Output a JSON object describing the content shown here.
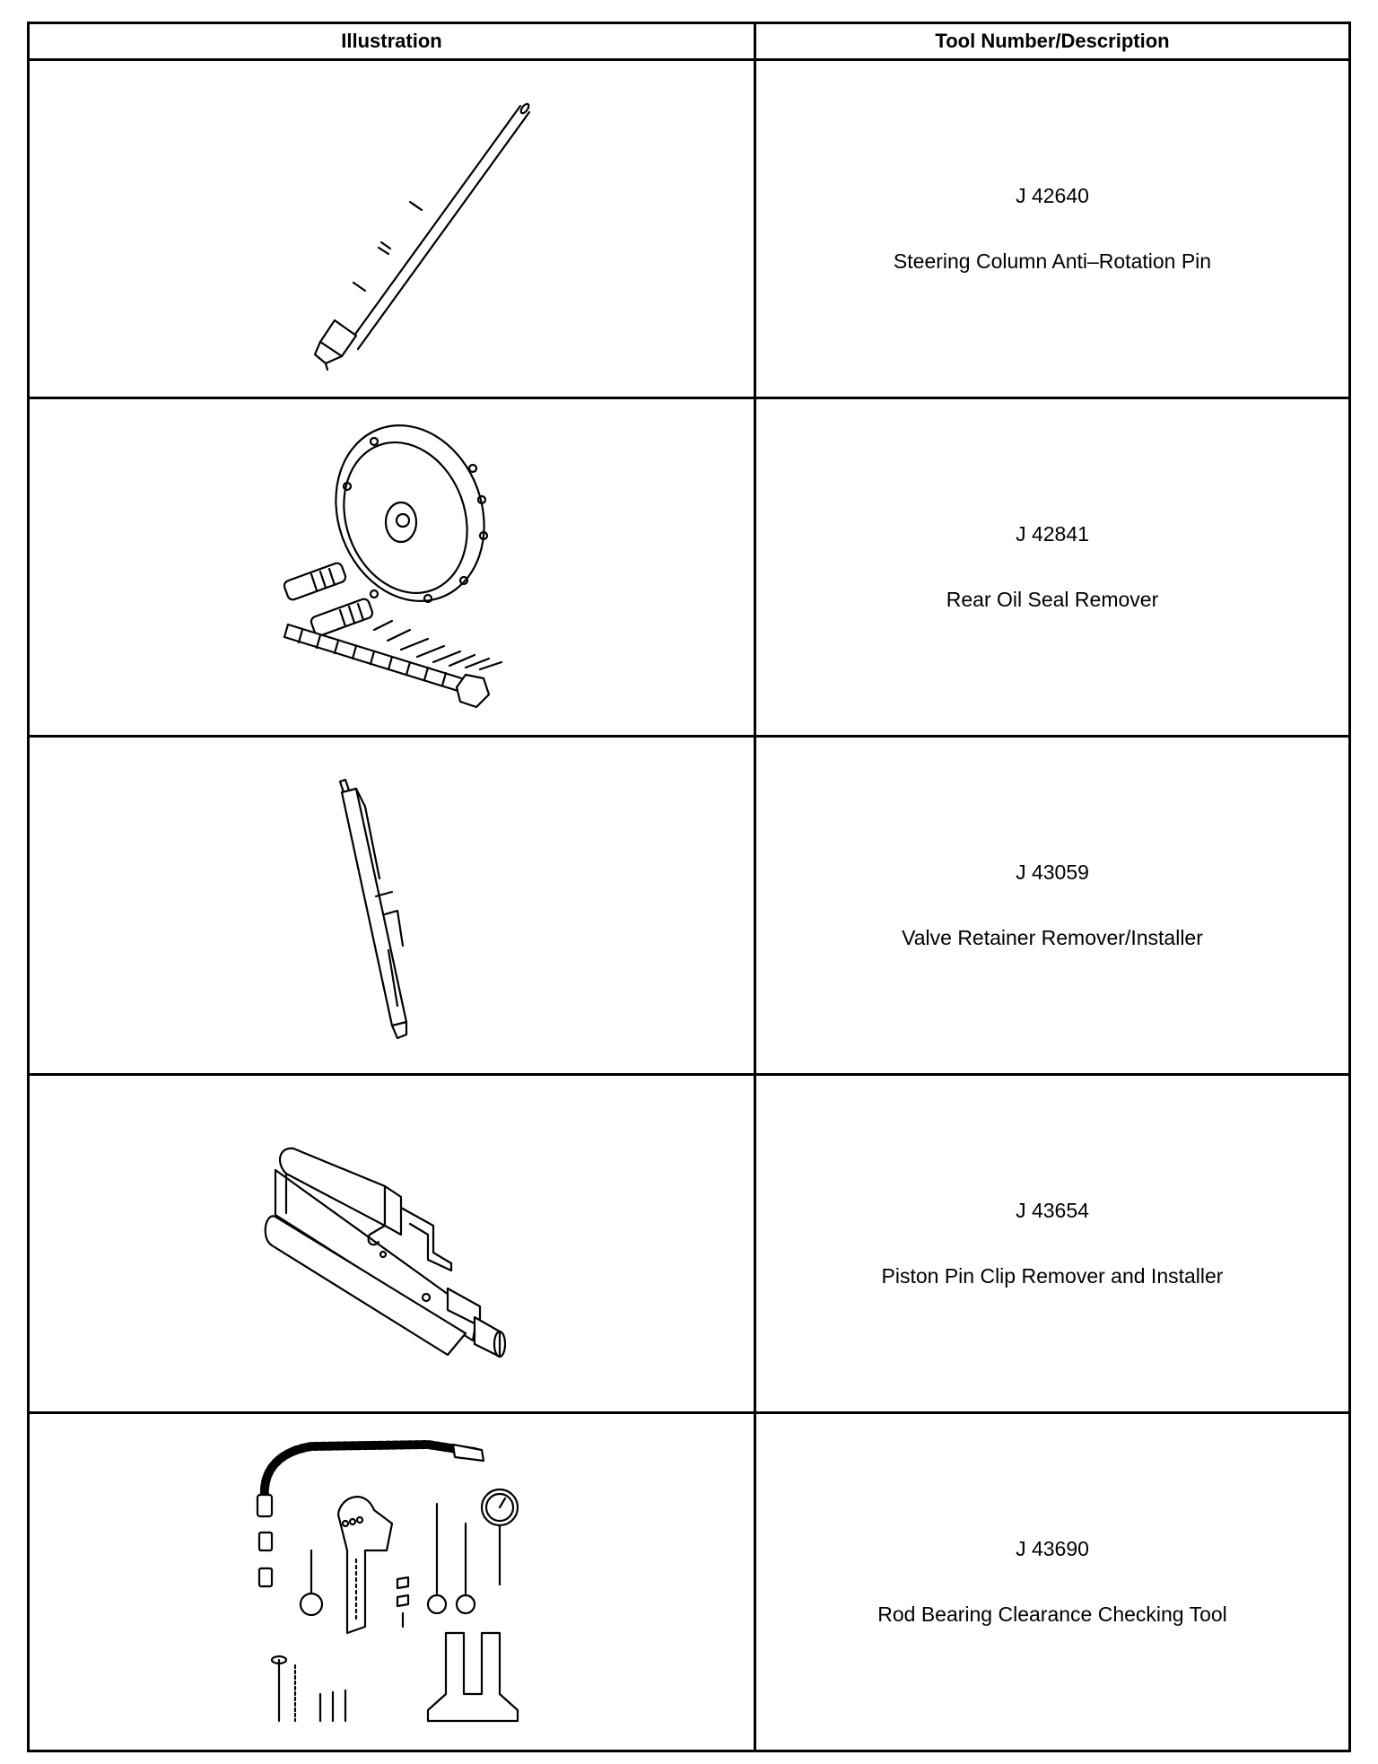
{
  "headers": {
    "illustration": "Illustration",
    "description": "Tool Number/Description"
  },
  "tools": [
    {
      "number": "J 42640",
      "description": "Steering Column Anti–Rotation Pin",
      "icon": "anti-rotation-pin-icon"
    },
    {
      "number": "J 42841",
      "description": "Rear Oil Seal Remover",
      "icon": "seal-remover-icon"
    },
    {
      "number": "J 43059",
      "description": "Valve Retainer Remover/Installer",
      "icon": "valve-retainer-tool-icon"
    },
    {
      "number": "J 43654",
      "description": "Piston Pin Clip Remover and Installer",
      "icon": "piston-pin-clip-tool-icon"
    },
    {
      "number": "J 43690",
      "description": "Rod Bearing Clearance Checking Tool",
      "icon": "rod-bearing-checking-tool-icon"
    }
  ]
}
